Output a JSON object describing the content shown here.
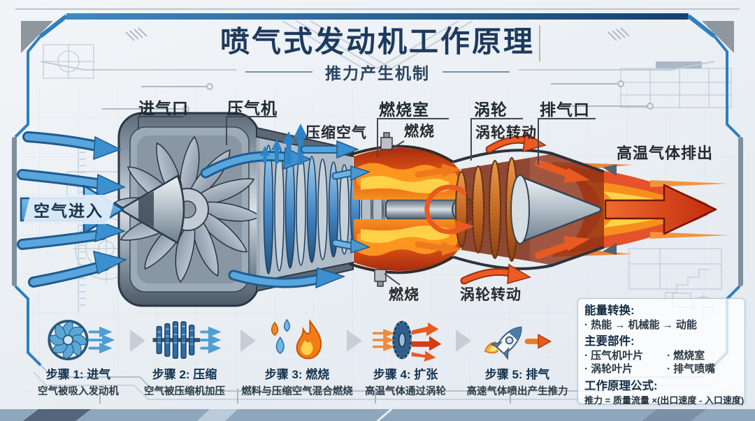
{
  "header": {
    "title": "喷气式发动机工作原理",
    "subtitle": "推力产生机制"
  },
  "engine": {
    "part_labels": [
      {
        "label": "进气口"
      },
      {
        "label": "压气机"
      },
      {
        "label": "燃烧室"
      },
      {
        "label": "涡轮"
      },
      {
        "label": "排气口"
      }
    ],
    "annotations": {
      "air_in": "空气进入",
      "compressed_air": "压缩空气",
      "combustion_top": "燃烧",
      "combustion_bottom": "燃烧",
      "turbine_spin_top": "涡轮转动",
      "turbine_spin_bottom": "涡轮转动",
      "hot_gas_out": "高温气体排出"
    }
  },
  "steps": [
    {
      "icon": "fan-icon",
      "title": "步骤 1: 进气",
      "desc": "空气被吸入发动机"
    },
    {
      "icon": "compressor-icon",
      "title": "步骤 2: 压缩",
      "desc": "空气被压缩机加压"
    },
    {
      "icon": "fuel-flame-icon",
      "title": "步骤 3: 燃烧",
      "desc": "燃料与压缩空气混合燃烧"
    },
    {
      "icon": "turbine-icon",
      "title": "步骤 4: 扩张",
      "desc": "高温气体通过涡轮"
    },
    {
      "icon": "rocket-icon",
      "title": "步骤 5: 排气",
      "desc": "高速气体喷出产生推力"
    }
  ],
  "info_panel": {
    "energy_title": "能量转换:",
    "energy_value": "· 热能 → 机械能 → 动能",
    "parts_title": "主要部件:",
    "parts": [
      "· 压气机叶片",
      "· 燃烧室",
      "· 涡轮叶片",
      "· 排气喷嘴"
    ],
    "formula_title": "工作原理公式:",
    "formula_value": "推力 = 质量流量 ×(出口速度 - 入口速度)"
  },
  "colors": {
    "accent_blue": "#2e7fc1",
    "title_navy": "#1d3a5e",
    "flame_orange": "#f78f1f",
    "flame_red": "#d93a1a",
    "steel_gray": "#5c6b7a"
  }
}
